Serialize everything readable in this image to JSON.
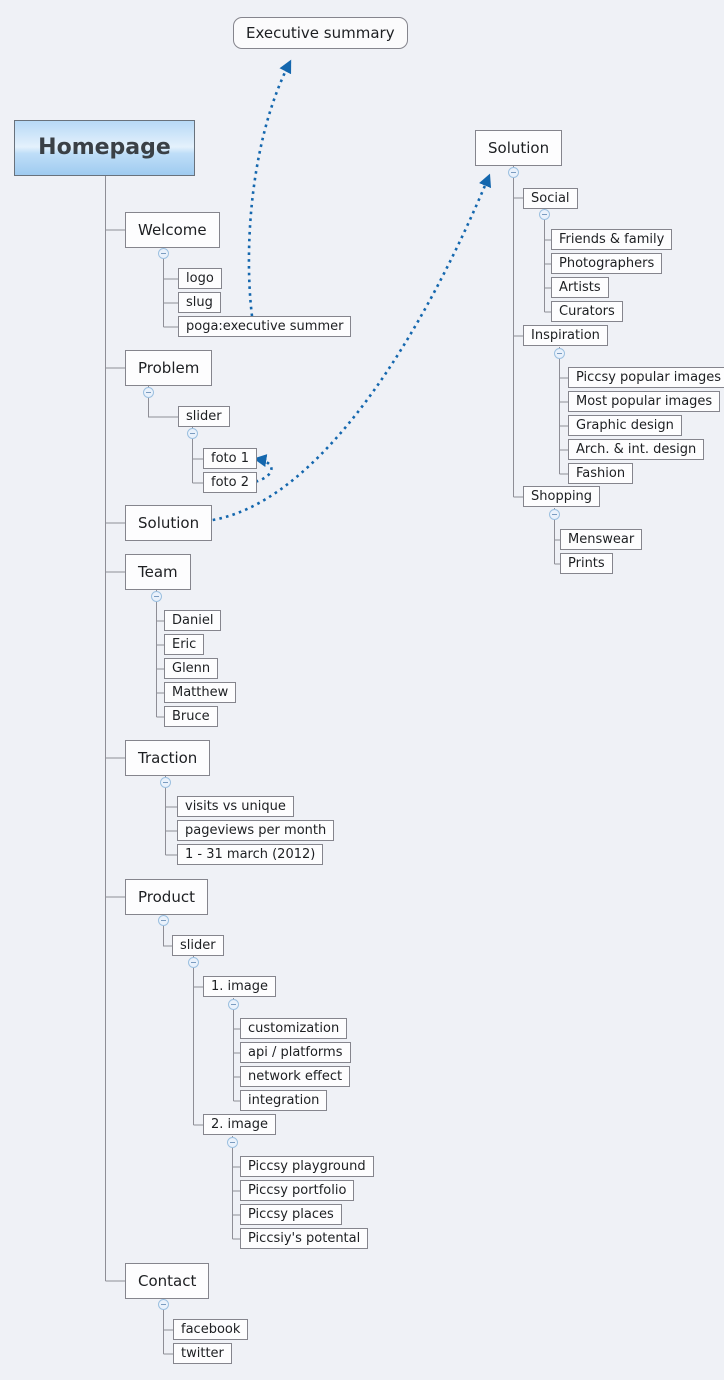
{
  "colors": {
    "background": "#eff1f6",
    "wire": "#8e8e96",
    "relation_arrow": "#1467ae",
    "root_fill_top": "#b7d9f6",
    "root_fill_bottom": "#9fcbf0"
  },
  "floating": {
    "executive_summary": {
      "label": "Executive summary"
    }
  },
  "root": {
    "label": "Homepage"
  },
  "topics": {
    "welcome": {
      "label": "Welcome",
      "children": [
        {
          "label": "logo"
        },
        {
          "label": "slug"
        },
        {
          "label": "poga:executive summer"
        }
      ]
    },
    "problem": {
      "label": "Problem",
      "children": [
        {
          "label": "slider",
          "children": [
            {
              "label": "foto 1"
            },
            {
              "label": "foto 2"
            }
          ]
        }
      ]
    },
    "solution": {
      "label": "Solution"
    },
    "team": {
      "label": "Team",
      "children": [
        {
          "label": "Daniel"
        },
        {
          "label": "Eric"
        },
        {
          "label": "Glenn"
        },
        {
          "label": "Matthew"
        },
        {
          "label": "Bruce"
        }
      ]
    },
    "traction": {
      "label": "Traction",
      "children": [
        {
          "label": "visits vs unique"
        },
        {
          "label": "pageviews per month"
        },
        {
          "label": "1 - 31 march (2012)"
        }
      ]
    },
    "product": {
      "label": "Product",
      "children": [
        {
          "label": "slider",
          "children": [
            {
              "label": "1. image",
              "children": [
                {
                  "label": "customization"
                },
                {
                  "label": "api / platforms"
                },
                {
                  "label": "network effect"
                },
                {
                  "label": "integration"
                }
              ]
            },
            {
              "label": "2. image",
              "children": [
                {
                  "label": "Piccsy playground"
                },
                {
                  "label": "Piccsy portfolio"
                },
                {
                  "label": "Piccsy places"
                },
                {
                  "label": "Piccsiy's potental"
                }
              ]
            }
          ]
        }
      ]
    },
    "contact": {
      "label": "Contact",
      "children": [
        {
          "label": "facebook"
        },
        {
          "label": "twitter"
        }
      ]
    }
  },
  "detached_solution": {
    "label": "Solution",
    "children": [
      {
        "label": "Social",
        "children": [
          {
            "label": "Friends & family"
          },
          {
            "label": "Photographers"
          },
          {
            "label": "Artists"
          },
          {
            "label": "Curators"
          }
        ]
      },
      {
        "label": "Inspiration",
        "children": [
          {
            "label": "Piccsy popular images"
          },
          {
            "label": "Most popular images"
          },
          {
            "label": "Graphic design"
          },
          {
            "label": "Arch. & int. design"
          },
          {
            "label": "Fashion"
          }
        ]
      },
      {
        "label": "Shopping",
        "children": [
          {
            "label": "Menswear"
          },
          {
            "label": "Prints"
          }
        ]
      }
    ]
  }
}
